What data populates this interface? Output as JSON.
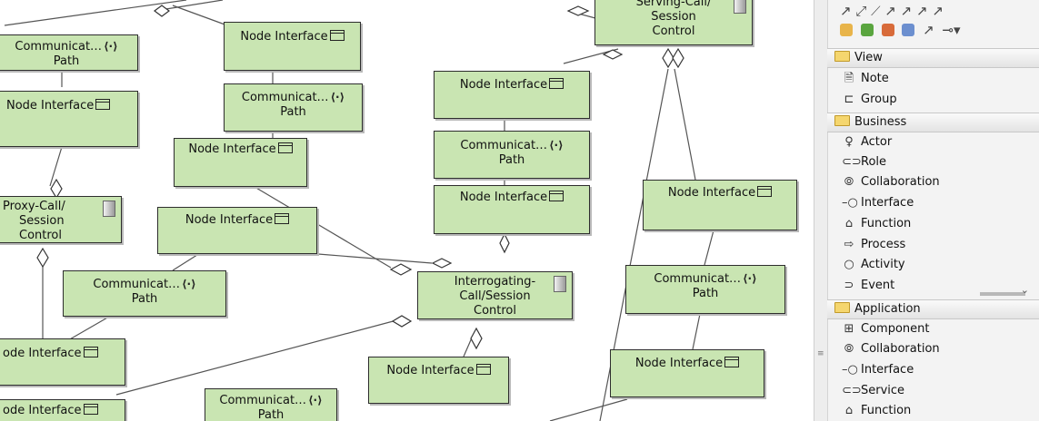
{
  "diagram": {
    "nodes": [
      {
        "id": "n1",
        "kind": "comm",
        "label": "Communicat…",
        "sub": "Path",
        "icon": "⟨·⟩"
      },
      {
        "id": "n2",
        "kind": "iface",
        "label": "Node Interface"
      },
      {
        "id": "n3",
        "kind": "iface",
        "label": "Node Interface"
      },
      {
        "id": "n4",
        "kind": "comm",
        "label": "Communicat…",
        "sub": "Path",
        "icon": "⟨·⟩"
      },
      {
        "id": "n5",
        "kind": "iface",
        "label": "Node Interface"
      },
      {
        "id": "n6",
        "kind": "device",
        "label": "Proxy-Call/",
        "sub": "Session",
        "sub2": "Control"
      },
      {
        "id": "n7",
        "kind": "iface",
        "label": "Node Interface"
      },
      {
        "id": "n8",
        "kind": "comm",
        "label": "Communicat…",
        "sub": "Path",
        "icon": "⟨·⟩"
      },
      {
        "id": "n9",
        "kind": "iface",
        "label": "ode Interface"
      },
      {
        "id": "n10",
        "kind": "iface",
        "label": "ode Interface"
      },
      {
        "id": "n11",
        "kind": "comm",
        "label": "Communicat…",
        "sub": "Path",
        "icon": "⟨·⟩"
      },
      {
        "id": "n12",
        "kind": "device",
        "label": "Serving-Call/",
        "sub": "Session",
        "sub2": "Control"
      },
      {
        "id": "n13",
        "kind": "iface",
        "label": "Node Interface"
      },
      {
        "id": "n14",
        "kind": "comm",
        "label": "Communicat…",
        "sub": "Path",
        "icon": "⟨·⟩"
      },
      {
        "id": "n15",
        "kind": "iface",
        "label": "Node Interface"
      },
      {
        "id": "n16",
        "kind": "device",
        "label": "Interrogating-",
        "sub": "Call/Session",
        "sub2": "Control"
      },
      {
        "id": "n17",
        "kind": "iface",
        "label": "Node Interface"
      },
      {
        "id": "n18",
        "kind": "iface",
        "label": "Node Interface"
      },
      {
        "id": "n19",
        "kind": "comm",
        "label": "Communicat…",
        "sub": "Path",
        "icon": "⟨·⟩"
      },
      {
        "id": "n20",
        "kind": "iface",
        "label": "Node Interface"
      }
    ]
  },
  "palette": {
    "toolbar_icons": [
      "arrow-icon",
      "association-icon",
      "line-icon",
      "connector-icon",
      "people-icon",
      "plus-icon",
      "arrow-box-icon",
      "junction-icon"
    ],
    "sections": [
      {
        "name": "View",
        "items": [
          {
            "label": "Note",
            "icon": "note-icon"
          },
          {
            "label": "Group",
            "icon": "group-icon"
          }
        ]
      },
      {
        "name": "Business",
        "items": [
          {
            "label": "Actor",
            "icon": "actor-icon"
          },
          {
            "label": "Role",
            "icon": "role-icon"
          },
          {
            "label": "Collaboration",
            "icon": "collaboration-icon"
          },
          {
            "label": "Interface",
            "icon": "interface-icon"
          },
          {
            "label": "Function",
            "icon": "function-icon"
          },
          {
            "label": "Process",
            "icon": "process-icon"
          },
          {
            "label": "Activity",
            "icon": "activity-icon"
          },
          {
            "label": "Event",
            "icon": "event-icon"
          }
        ]
      },
      {
        "name": "Application",
        "items": [
          {
            "label": "Component",
            "icon": "component-icon"
          },
          {
            "label": "Collaboration",
            "icon": "collaboration-icon"
          },
          {
            "label": "Interface",
            "icon": "interface-icon"
          },
          {
            "label": "Service",
            "icon": "service-icon"
          },
          {
            "label": "Function",
            "icon": "function-icon"
          }
        ]
      }
    ]
  },
  "colors": {
    "node_fill": "#c9e5b2",
    "node_border": "#2d2d2d",
    "palette_bg": "#f3f3f3"
  }
}
